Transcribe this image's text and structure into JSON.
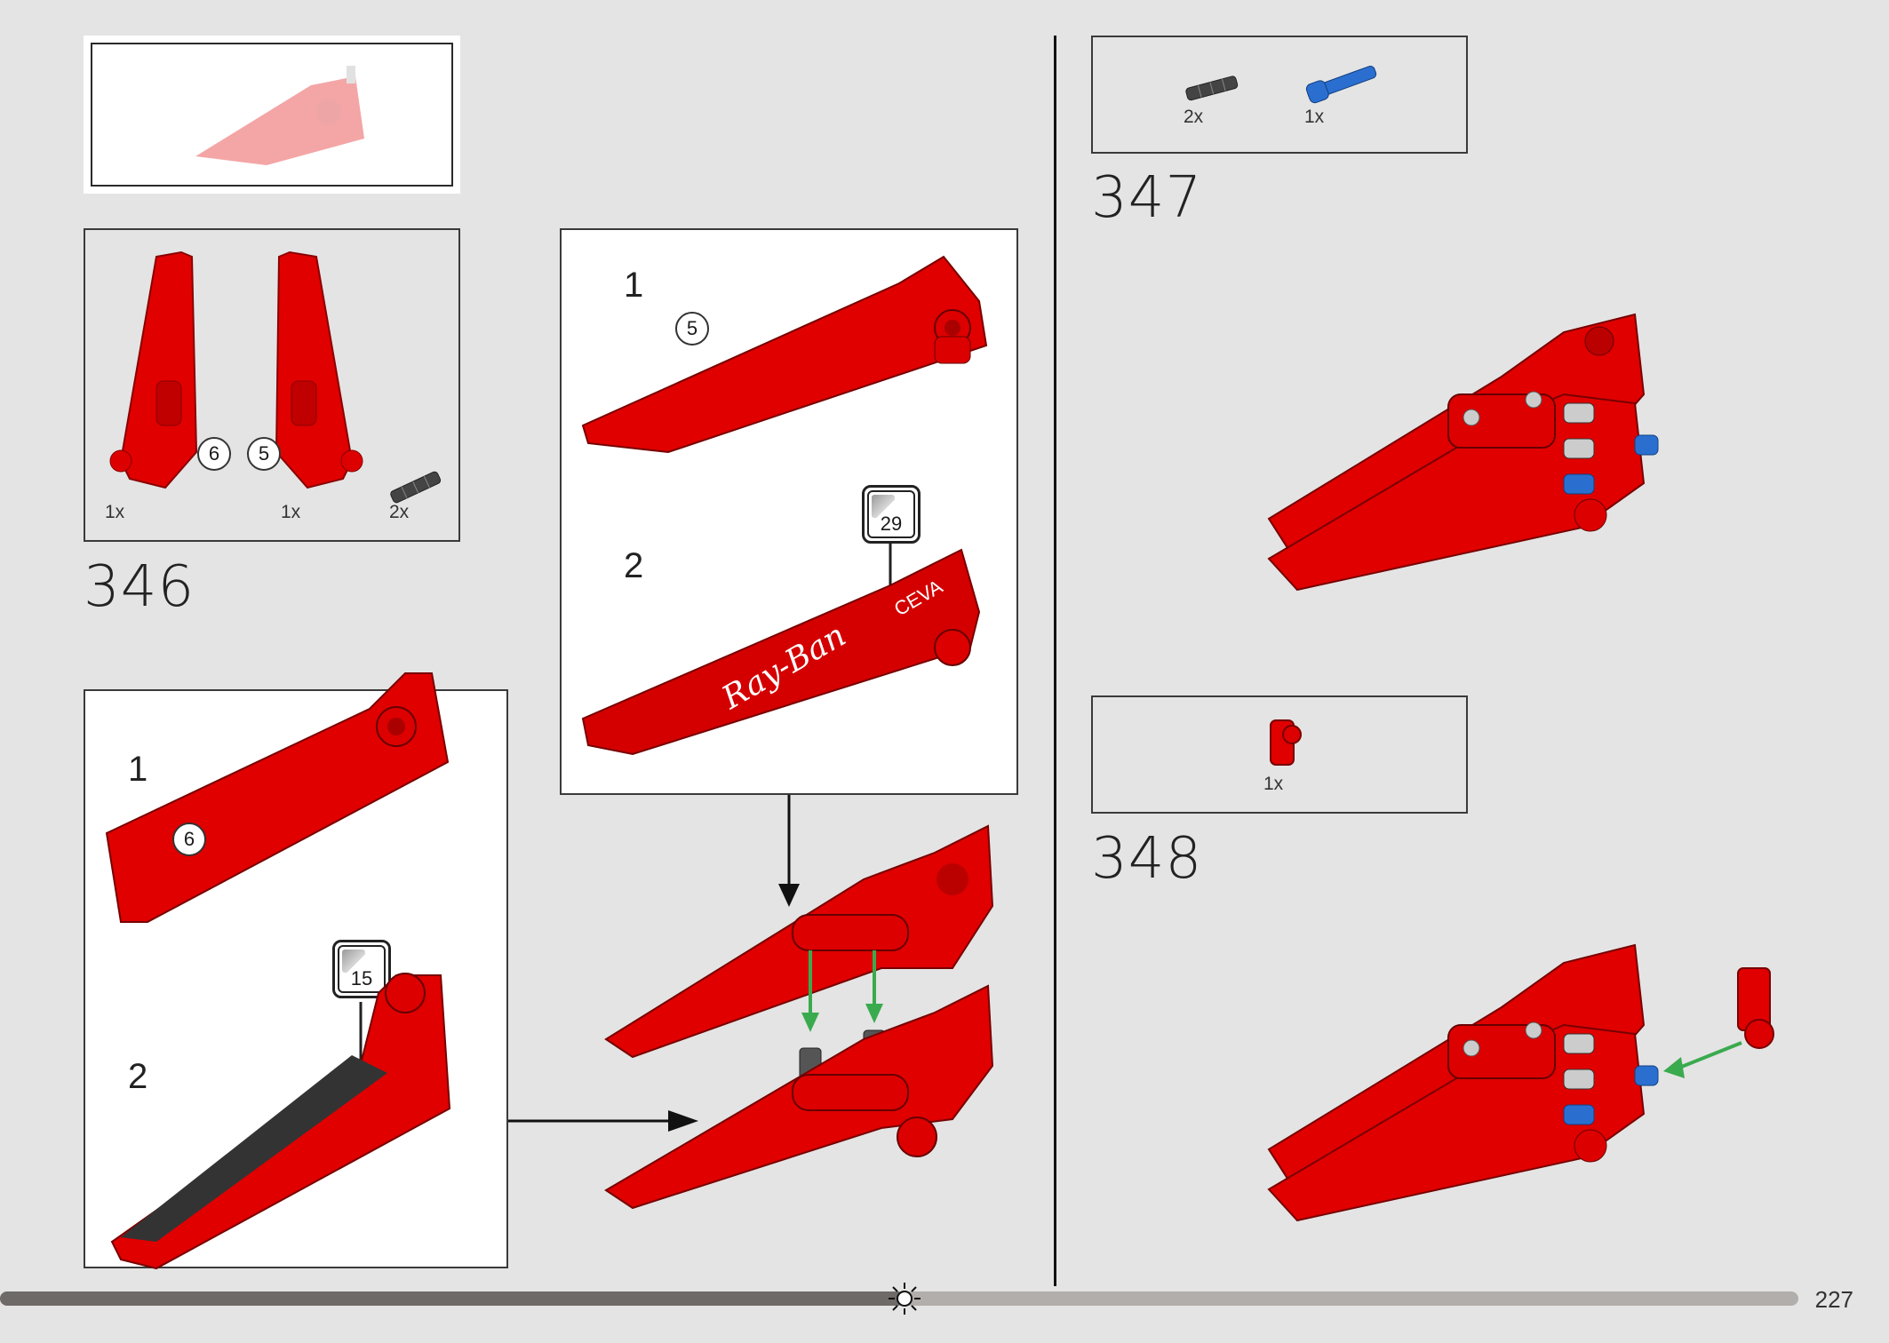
{
  "page": {
    "number": "227"
  },
  "colors": {
    "part_red": "#e00000",
    "part_dark": "#8a0000",
    "arrow_green": "#3aaa4e",
    "pin_blue": "#2a6fd0",
    "pin_gray": "#555555"
  },
  "icons": [
    "sun-icon"
  ],
  "steps": [
    {
      "number": "346",
      "parts": [
        {
          "qty": "1x",
          "icon": "wing-panel-right-icon"
        },
        {
          "qty": "1x",
          "icon": "wing-panel-left-icon"
        },
        {
          "qty": "2x",
          "icon": "friction-pin-icon"
        }
      ],
      "callouts": [
        "6",
        "5"
      ],
      "subassembly_a": {
        "steps": [
          "1",
          "2"
        ],
        "callout": "6",
        "sticker": "15"
      },
      "subassembly_b": {
        "steps": [
          "1",
          "2"
        ],
        "callout": "5",
        "sticker": "29"
      }
    },
    {
      "number": "347",
      "parts": [
        {
          "qty": "2x",
          "icon": "friction-pin-icon"
        },
        {
          "qty": "1x",
          "icon": "blue-axle-pin-icon"
        }
      ]
    },
    {
      "number": "348",
      "parts": [
        {
          "qty": "1x",
          "icon": "red-connector-icon"
        }
      ]
    }
  ]
}
